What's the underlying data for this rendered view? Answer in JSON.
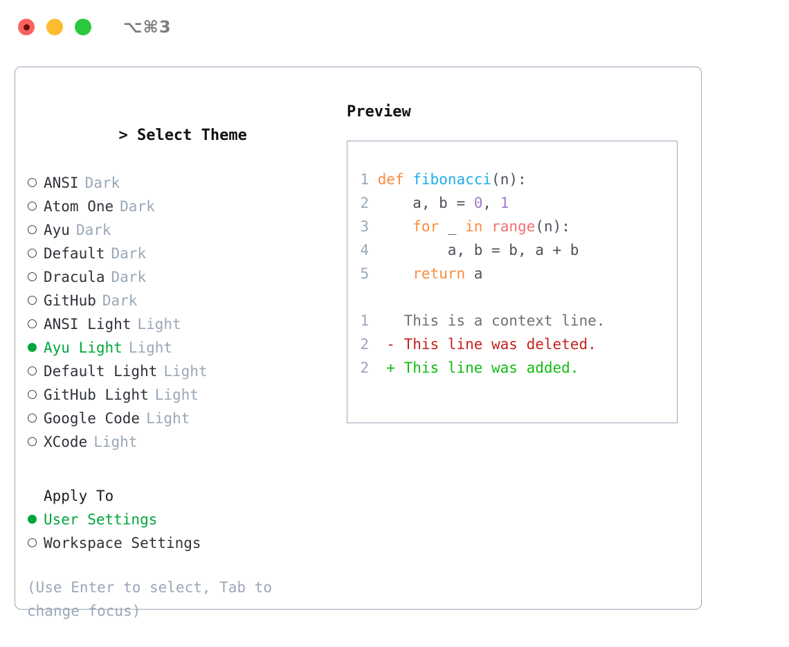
{
  "titlebar": {
    "lights": [
      "close-red",
      "minimize-yellow",
      "maximize-green"
    ],
    "shortcut": "⌥⌘3"
  },
  "colors": {
    "accent_green": "#00a63c",
    "muted": "#9aa7b8",
    "border": "#9aa7b8",
    "text": "#2e3238",
    "kw_orange": "#fa8d3e",
    "fn_blue": "#1fadeb",
    "builtin_red": "#f07171",
    "number_purple": "#a37acc",
    "diff_added": "#11bb11",
    "diff_deleted": "#c62020",
    "diff_context": "#6d7278"
  },
  "theme_list": {
    "heading_caret": ">",
    "heading": "Select Theme",
    "items": [
      {
        "label": "ANSI",
        "tag": "Dark",
        "selected": false
      },
      {
        "label": "Atom One",
        "tag": "Dark",
        "selected": false
      },
      {
        "label": "Ayu",
        "tag": "Dark",
        "selected": false
      },
      {
        "label": "Default",
        "tag": "Dark",
        "selected": false
      },
      {
        "label": "Dracula",
        "tag": "Dark",
        "selected": false
      },
      {
        "label": "GitHub",
        "tag": "Dark",
        "selected": false
      },
      {
        "label": "ANSI Light",
        "tag": "Light",
        "selected": false
      },
      {
        "label": "Ayu Light",
        "tag": "Light",
        "selected": true
      },
      {
        "label": "Default Light",
        "tag": "Light",
        "selected": false
      },
      {
        "label": "GitHub Light",
        "tag": "Light",
        "selected": false
      },
      {
        "label": "Google Code",
        "tag": "Light",
        "selected": false
      },
      {
        "label": "XCode",
        "tag": "Light",
        "selected": false
      }
    ]
  },
  "apply_to": {
    "heading": "Apply To",
    "items": [
      {
        "label": "User Settings",
        "selected": true
      },
      {
        "label": "Workspace Settings",
        "selected": false
      }
    ]
  },
  "hint": "(Use Enter to select, Tab to change focus)",
  "preview": {
    "title": "Preview",
    "code": [
      {
        "num": "1",
        "tokens": [
          {
            "t": "def",
            "c": "kw"
          },
          {
            "t": " ",
            "c": "pl"
          },
          {
            "t": "fibonacci",
            "c": "fn"
          },
          {
            "t": "(n):",
            "c": "pl"
          }
        ]
      },
      {
        "num": "2",
        "tokens": [
          {
            "t": "    a, b = ",
            "c": "pl"
          },
          {
            "t": "0",
            "c": "num"
          },
          {
            "t": ", ",
            "c": "pl"
          },
          {
            "t": "1",
            "c": "num"
          }
        ]
      },
      {
        "num": "3",
        "tokens": [
          {
            "t": "    ",
            "c": "pl"
          },
          {
            "t": "for",
            "c": "kw"
          },
          {
            "t": " _ ",
            "c": "pl"
          },
          {
            "t": "in",
            "c": "kw"
          },
          {
            "t": " ",
            "c": "pl"
          },
          {
            "t": "range",
            "c": "bi"
          },
          {
            "t": "(n):",
            "c": "pl"
          }
        ]
      },
      {
        "num": "4",
        "tokens": [
          {
            "t": "        a, b = b, a + b",
            "c": "pl"
          }
        ]
      },
      {
        "num": "5",
        "tokens": [
          {
            "t": "    ",
            "c": "pl"
          },
          {
            "t": "return",
            "c": "kw"
          },
          {
            "t": " a",
            "c": "pl"
          }
        ]
      }
    ],
    "diff": [
      {
        "num": "1",
        "prefix": "  ",
        "text": "This is a context line.",
        "kind": "d-ctx"
      },
      {
        "num": "2",
        "prefix": "- ",
        "text": "This line was deleted.",
        "kind": "d-del"
      },
      {
        "num": "2",
        "prefix": "+ ",
        "text": "This line was added.",
        "kind": "d-add"
      }
    ]
  }
}
